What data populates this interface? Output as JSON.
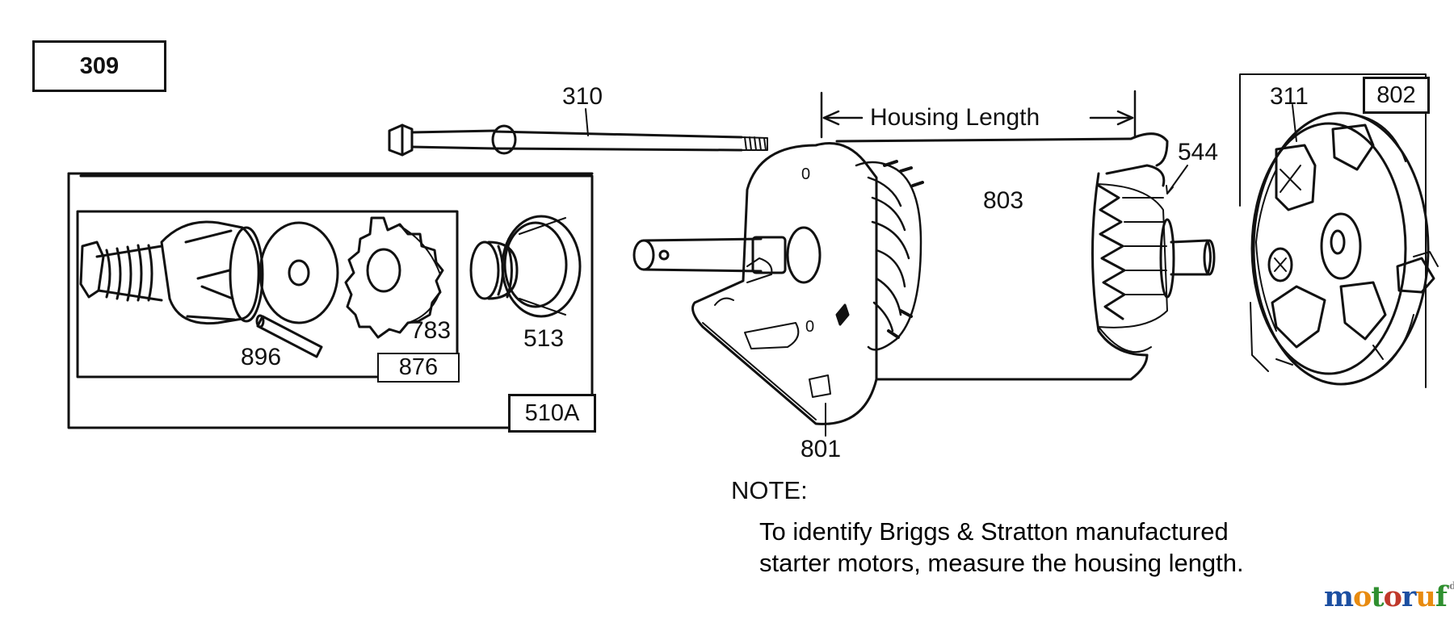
{
  "page_label": "309",
  "dimension_label": "Housing Length",
  "group_labels": {
    "g510a": "510A",
    "g876": "876",
    "g311": "311",
    "g802": "802"
  },
  "callouts": {
    "c310": "310",
    "c544": "544",
    "c803": "803",
    "c801": "801",
    "c896": "896",
    "c783": "783",
    "c513": "513",
    "pin_a": "0",
    "pin_b": "0"
  },
  "note": {
    "heading": "NOTE:",
    "line1": "To identify Briggs & Stratton manufactured",
    "line2": "starter motors, measure the housing length."
  },
  "watermark": {
    "text": "motoruf",
    "suffix": ".de",
    "letter_colors": [
      "#1c4fa1",
      "#e88b10",
      "#2f8f2f",
      "#c0392b",
      "#1c4fa1",
      "#e88b10",
      "#2f8f2f"
    ]
  }
}
